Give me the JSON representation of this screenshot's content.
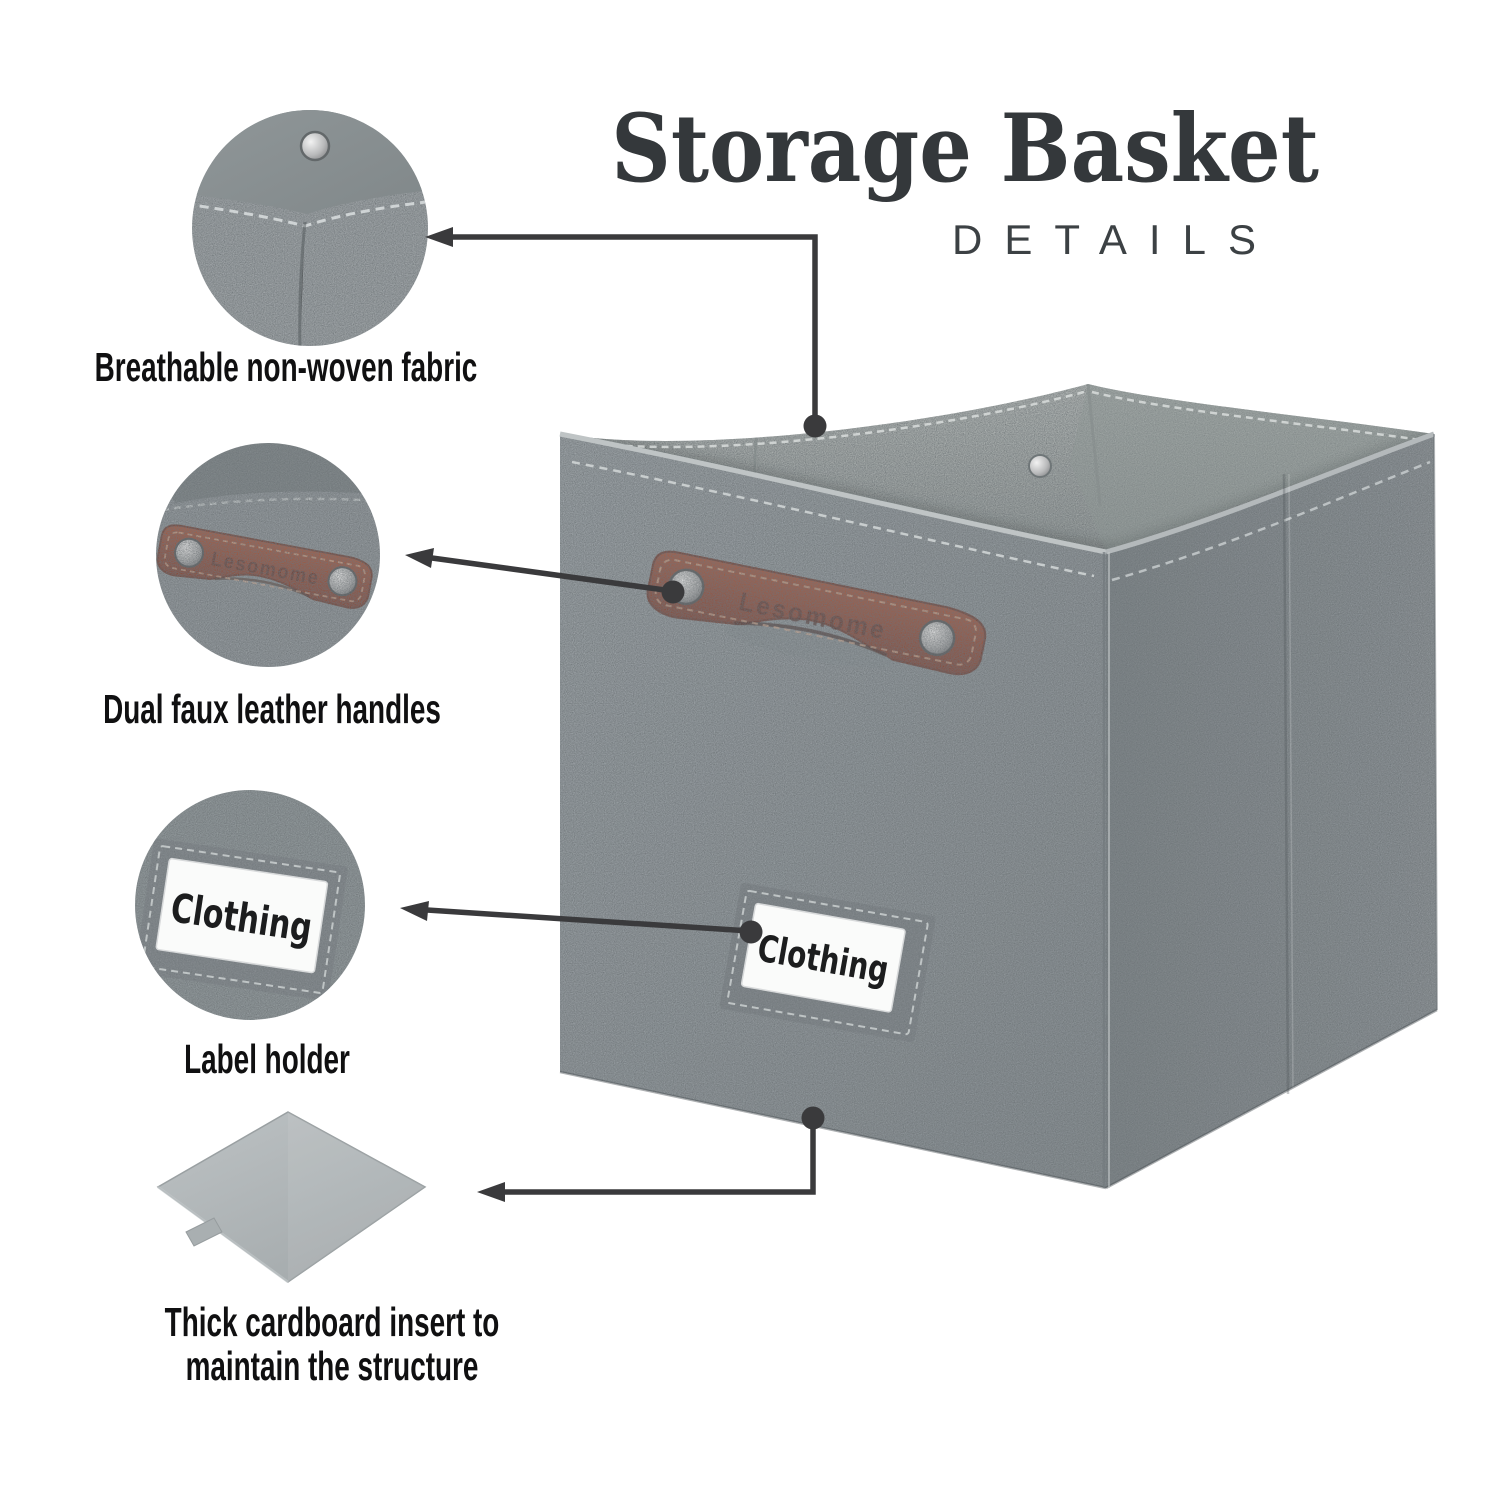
{
  "header": {
    "title": "Storage Basket",
    "subtitle": "DETAILS"
  },
  "features": [
    {
      "id": "fabric",
      "caption": "Breathable non-woven fabric"
    },
    {
      "id": "handles",
      "caption": "Dual faux leather handles"
    },
    {
      "id": "label",
      "caption": "Label holder"
    },
    {
      "id": "cardboard",
      "caption": "Thick cardboard insert to maintain the structure",
      "caption_line1": "Thick cardboard insert to",
      "caption_line2": "maintain the structure"
    }
  ],
  "product": {
    "label_text": "Clothing",
    "brand_embossed": "Lesomome"
  },
  "colors": {
    "fabric_gray": "#989ea2",
    "fabric_dark_gray": "#8d9396",
    "lining_gray": "#b2b7b6",
    "handle_brown": "#a04e2a",
    "arrow_dark": "#3a3a3c",
    "title_text": "#34383b",
    "caption_text": "#101011",
    "label_card_white": "#fafbfa"
  }
}
